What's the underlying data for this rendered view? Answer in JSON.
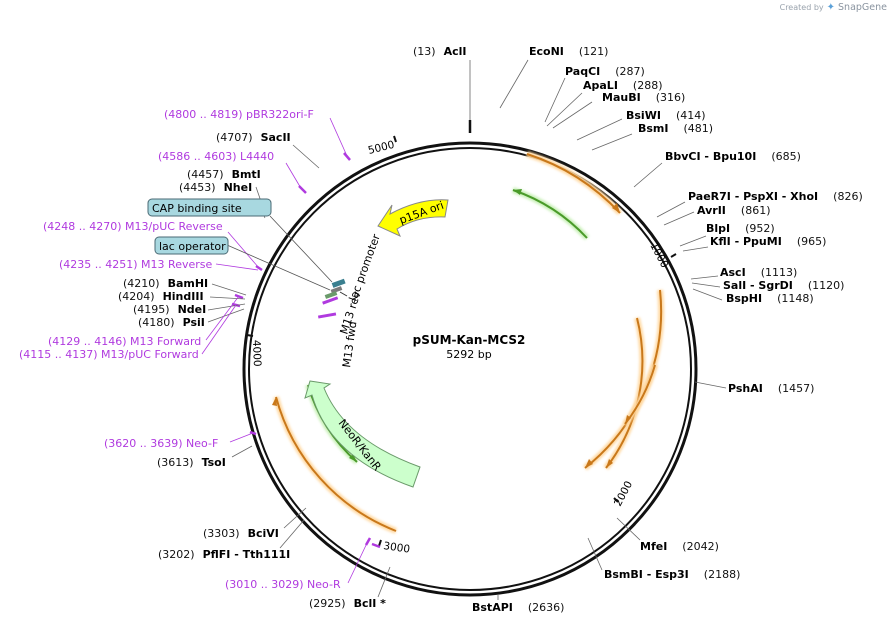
{
  "watermark": {
    "created_by": "Created by",
    "brand": "SnapGene"
  },
  "plasmid": {
    "name": "pSUM-Kan-MCS2",
    "length": "5292 bp"
  },
  "ticks": [
    "1000",
    "2000",
    "3000",
    "4000",
    "5000"
  ],
  "sites": [
    {
      "id": "acli",
      "num": "(13)",
      "name": "AclI"
    },
    {
      "id": "econi",
      "num": "(121)",
      "name": "EcoNI"
    },
    {
      "id": "paqci",
      "num": "(287)",
      "name": "PaqCI"
    },
    {
      "id": "apali",
      "num": "(288)",
      "name": "ApaLI"
    },
    {
      "id": "maubi",
      "num": "(316)",
      "name": "MauBI"
    },
    {
      "id": "bsiwi",
      "num": "(414)",
      "name": "BsiWI"
    },
    {
      "id": "bsmi",
      "num": "(481)",
      "name": "BsmI"
    },
    {
      "id": "bbvci",
      "num": "(685)",
      "name": "BbvCI   - Bpu10I"
    },
    {
      "id": "paer7i",
      "num": "(826)",
      "name": "PaeR7I   - PspXI   - XhoI"
    },
    {
      "id": "avrii",
      "num": "(861)",
      "name": "AvrII"
    },
    {
      "id": "blpi",
      "num": "(952)",
      "name": "BlpI"
    },
    {
      "id": "kfli",
      "num": "(965)",
      "name": "KflI   - PpuMI"
    },
    {
      "id": "asci",
      "num": "(1113)",
      "name": "AscI"
    },
    {
      "id": "sali",
      "num": "(1120)",
      "name": "SalI   - SgrDI"
    },
    {
      "id": "bsphi",
      "num": "(1148)",
      "name": "BspHI"
    },
    {
      "id": "pshai",
      "num": "(1457)",
      "name": "PshAI"
    },
    {
      "id": "mfei",
      "num": "(2042)",
      "name": "MfeI"
    },
    {
      "id": "bsmbi",
      "num": "(2188)",
      "name": "BsmBI   - Esp3I"
    },
    {
      "id": "bstapi",
      "num": "(2636)",
      "name": "BstAPI"
    },
    {
      "id": "bcli",
      "num": "(2925)",
      "name": "BclI *"
    },
    {
      "id": "pflfi",
      "num": "(3202)",
      "name": "PflFI   - Tth111I"
    },
    {
      "id": "bcivi",
      "num": "(3303)",
      "name": "BciVI"
    },
    {
      "id": "tsoi",
      "num": "(3613)",
      "name": "TsoI"
    },
    {
      "id": "psii",
      "num": "(4180)",
      "name": "PsiI"
    },
    {
      "id": "ndei",
      "num": "(4195)",
      "name": "NdeI"
    },
    {
      "id": "hindiii",
      "num": "(4204)",
      "name": "HindIII"
    },
    {
      "id": "bamhi",
      "num": "(4210)",
      "name": "BamHI"
    },
    {
      "id": "nhei",
      "num": "(4453)",
      "name": "NheI"
    },
    {
      "id": "bmti",
      "num": "(4457)",
      "name": "BmtI"
    },
    {
      "id": "sacii",
      "num": "(4707)",
      "name": "SacII"
    }
  ],
  "primers": [
    {
      "id": "pbr322ori",
      "text": "(4800 .. 4819)  pBR322ori-F"
    },
    {
      "id": "l4440",
      "text": "(4586 .. 4603)  L4440"
    },
    {
      "id": "m13puc-rev",
      "text": "(4248 .. 4270)  M13/pUC Reverse"
    },
    {
      "id": "m13-rev",
      "text": "(4235 .. 4251)  M13 Reverse"
    },
    {
      "id": "m13-fwd",
      "text": "(4129 .. 4146)  M13 Forward"
    },
    {
      "id": "m13puc-fwd",
      "text": "(4115 .. 4137)  M13/pUC Forward"
    },
    {
      "id": "neo-f",
      "text": "(3620 .. 3639)  Neo-F"
    },
    {
      "id": "neo-r",
      "text": "(3010 .. 3029)  Neo-R"
    }
  ],
  "boxed_features": {
    "cap": "CAP binding site",
    "lacop": "lac operator"
  },
  "features": {
    "p15a": "p15A ori",
    "neo": "NeoR/KanR",
    "lacp": "lac promoter",
    "m13rev": "M13 rev",
    "m13fwd": "M13 fwd"
  },
  "colors": {
    "backbone": "#111111",
    "primer": "#b03adf",
    "orange_feature": "#c9781a",
    "green_feature": "#4a9b2a",
    "ori": "#ffff00",
    "neo_fill": "#ccffcc",
    "box_fill": "#a8d8e0"
  }
}
